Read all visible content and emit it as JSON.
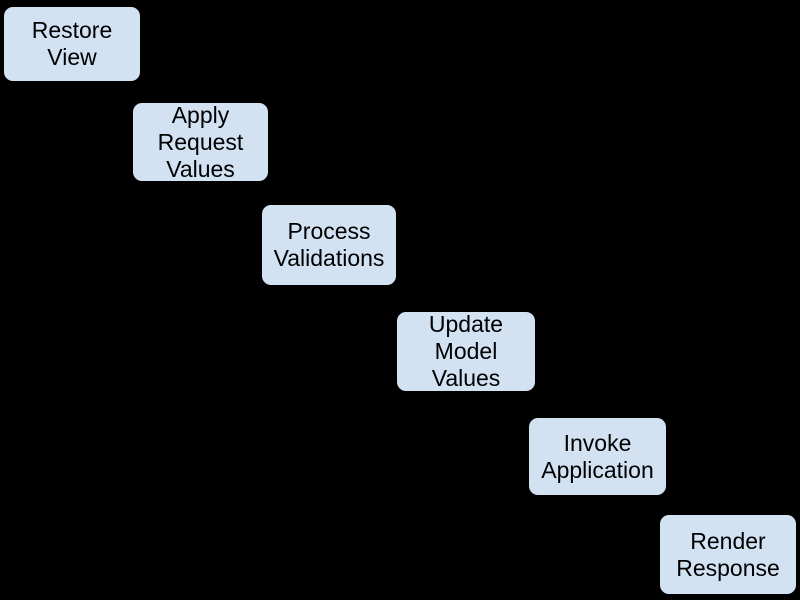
{
  "diagram": {
    "background_color": "#000000",
    "box_fill_color": "#d2e2f3",
    "box_border_color": "#000000",
    "text_color": "#000000",
    "steps": [
      {
        "label": "Restore View"
      },
      {
        "label": "Apply Request Values"
      },
      {
        "label": "Process Validations"
      },
      {
        "label": "Update Model Values"
      },
      {
        "label": "Invoke Application"
      },
      {
        "label": "Render Response"
      }
    ]
  }
}
